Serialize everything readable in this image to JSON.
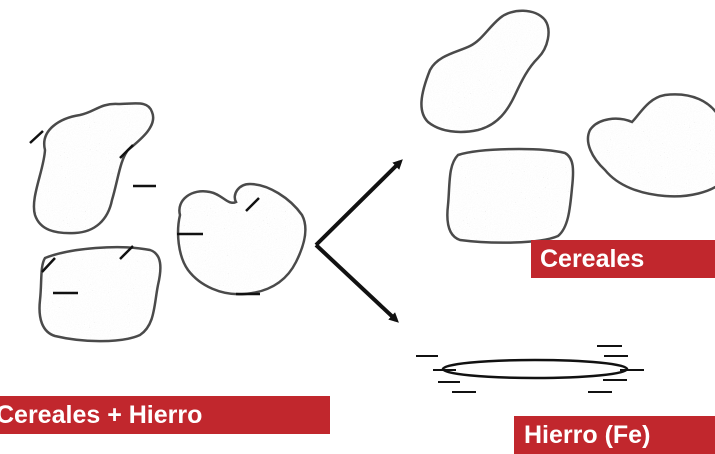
{
  "labels": {
    "mixture": "Cereales + Hierro",
    "cereals": "Cereales",
    "iron": "Hierro (Fe)"
  },
  "colors": {
    "label_background": "#c1272d",
    "label_text": "#ffffff",
    "particle_fill": "#e4e4e4",
    "outline": "#4a4a4a",
    "arrow": "#111111",
    "iron_filing": "#111111"
  },
  "icons": {
    "cereal_particle": "speckled-blob-icon",
    "iron_filing": "dash-icon",
    "iron_disc": "flat-ellipse-icon",
    "arrow": "arrow-icon"
  }
}
